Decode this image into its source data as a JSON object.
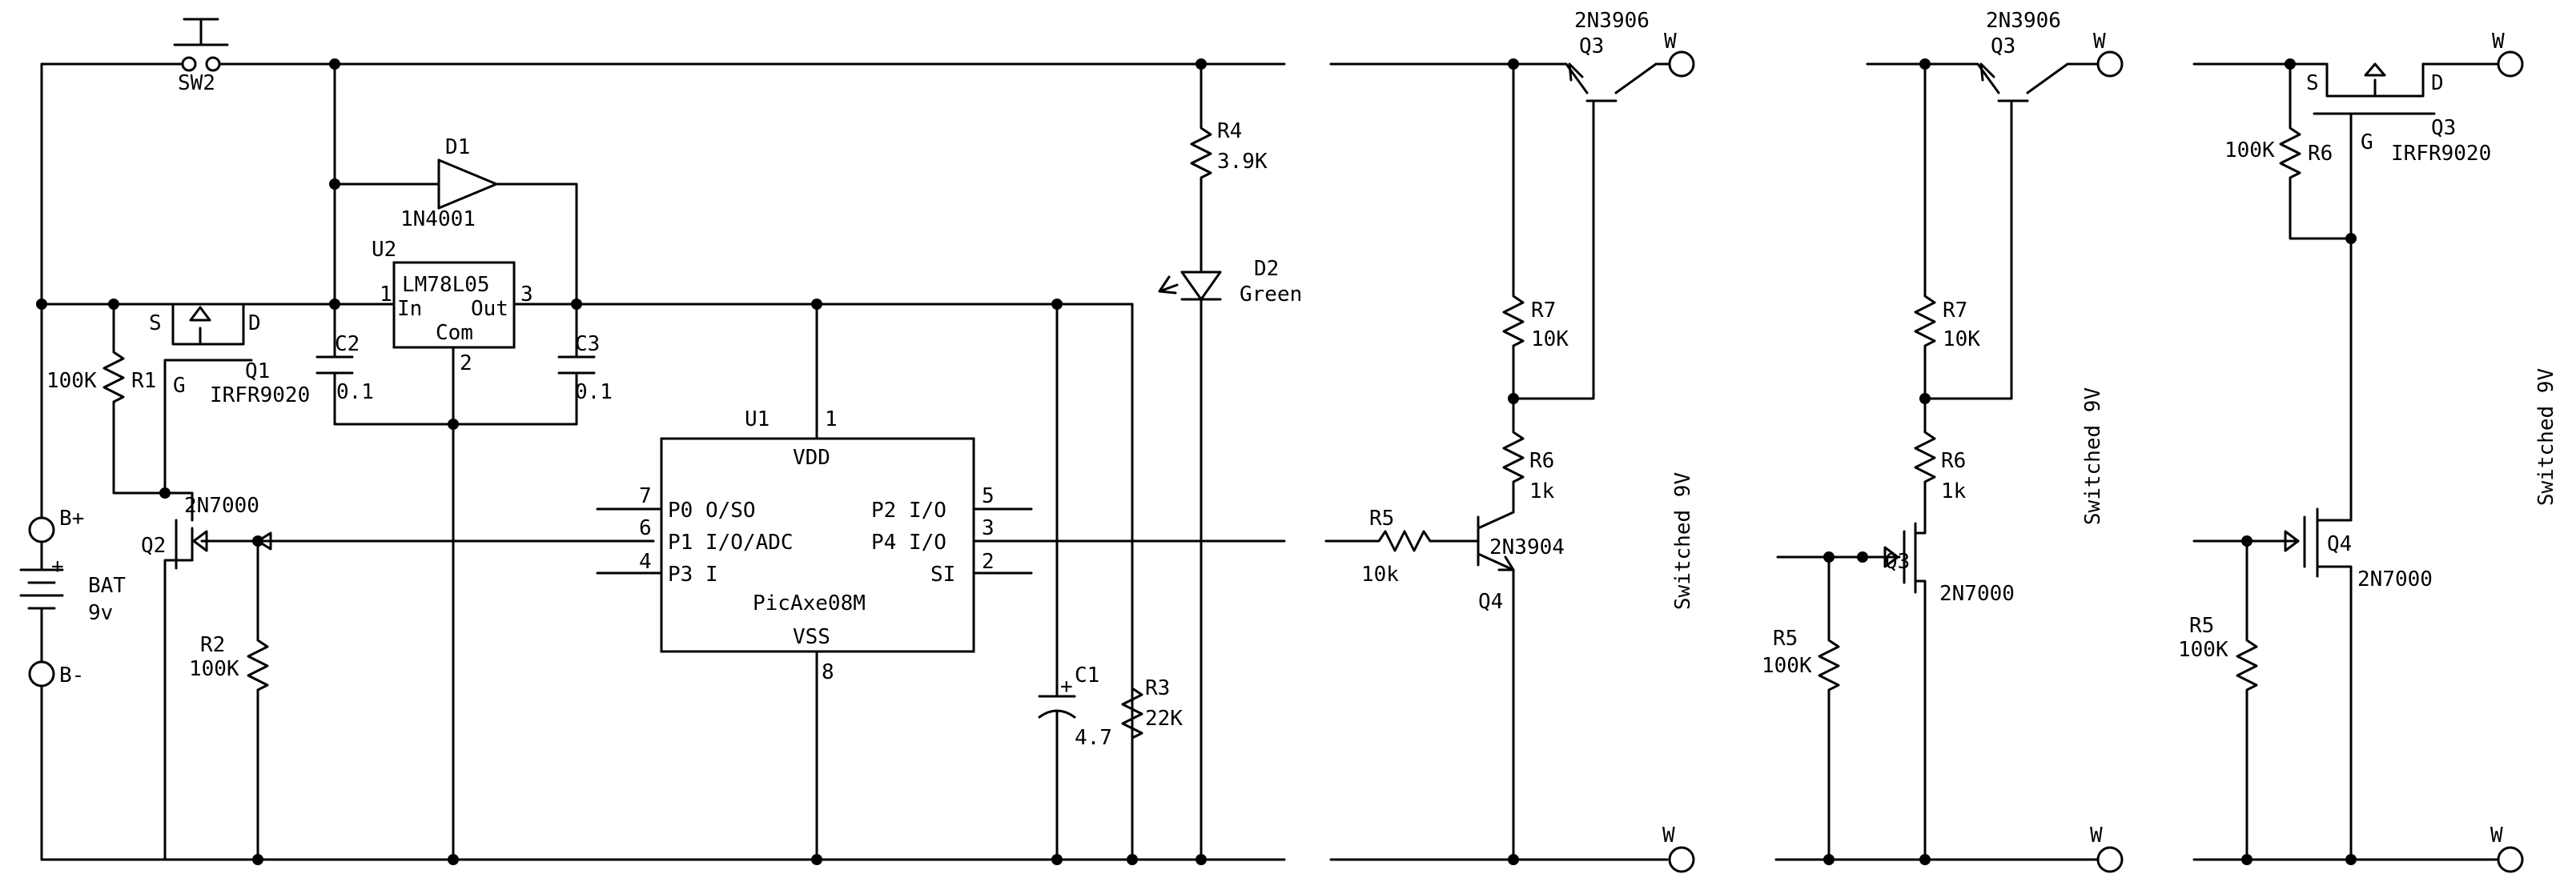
{
  "schematic": {
    "main": {
      "sw2": "SW2",
      "d1": "D1",
      "d1_part": "1N4001",
      "u2": "U2",
      "u2_part": "LM78L05",
      "u2_in": "In",
      "u2_out": "Out",
      "u2_com": "Com",
      "u2_pin1": "1",
      "u2_pin2": "2",
      "u2_pin3": "3",
      "c2": "C2",
      "c2_val": "0.1",
      "c3": "C3",
      "c3_val": "0.1",
      "q1": "Q1",
      "q1_part": "IRFR9020",
      "q1_s": "S",
      "q1_d": "D",
      "q1_g": "G",
      "r1": "R1",
      "r1_val": "100K",
      "q2": "Q2",
      "q2_part": "2N7000",
      "r2": "R2",
      "r2_val": "100K",
      "bplus": "B+",
      "bminus": "B-",
      "bat": "BAT",
      "bat_val": "9v",
      "bat_plus": "+",
      "r4": "R4",
      "r4_val": "3.9K",
      "d2": "D2",
      "d2_val": "Green",
      "c1": "C1",
      "c1_val": "4.7",
      "c1_plus": "+",
      "r3": "R3",
      "r3_val": "22K",
      "u1": "U1",
      "u1_part": "PicAxe08M",
      "vdd": "VDD",
      "vss": "VSS",
      "pin1": "1",
      "pin2": "2",
      "pin3": "3",
      "pin4": "4",
      "pin5": "5",
      "pin6": "6",
      "pin7": "7",
      "pin8": "8",
      "p0": "P0 O/SO",
      "p1": "P1 I/O/ADC",
      "p3": "P3 I",
      "p2": "P2 I/O",
      "p4": "P4 I/O",
      "si": "SI"
    },
    "variant_a": {
      "q3": "Q3",
      "q3_part": "2N3906",
      "r7": "R7",
      "r7_val": "10K",
      "r6": "R6",
      "r6_val": "1k",
      "r5": "R5",
      "r5_val": "10k",
      "q4": "Q4",
      "q4_part": "2N3904",
      "w_top": "W",
      "w_bot": "W",
      "switched": "Switched 9V"
    },
    "variant_b": {
      "q3": "Q3",
      "q3_part": "2N3906",
      "r7": "R7",
      "r7_val": "10K",
      "r6": "R6",
      "r6_val": "1k",
      "qn": "Q3",
      "qn_part": "2N7000",
      "r5": "R5",
      "r5_val": "100K",
      "w_top": "W",
      "w_bot": "W",
      "switched": "Switched 9V"
    },
    "variant_c": {
      "q3": "Q3",
      "q3_part": "IRFR9020",
      "q3_s": "S",
      "q3_d": "D",
      "q3_g": "G",
      "r6": "R6",
      "r6_val": "100K",
      "q4": "Q4",
      "q4_part": "2N7000",
      "r5": "R5",
      "r5_val": "100K",
      "w_top": "W",
      "w_bot": "W",
      "switched": "Switched 9V"
    }
  }
}
